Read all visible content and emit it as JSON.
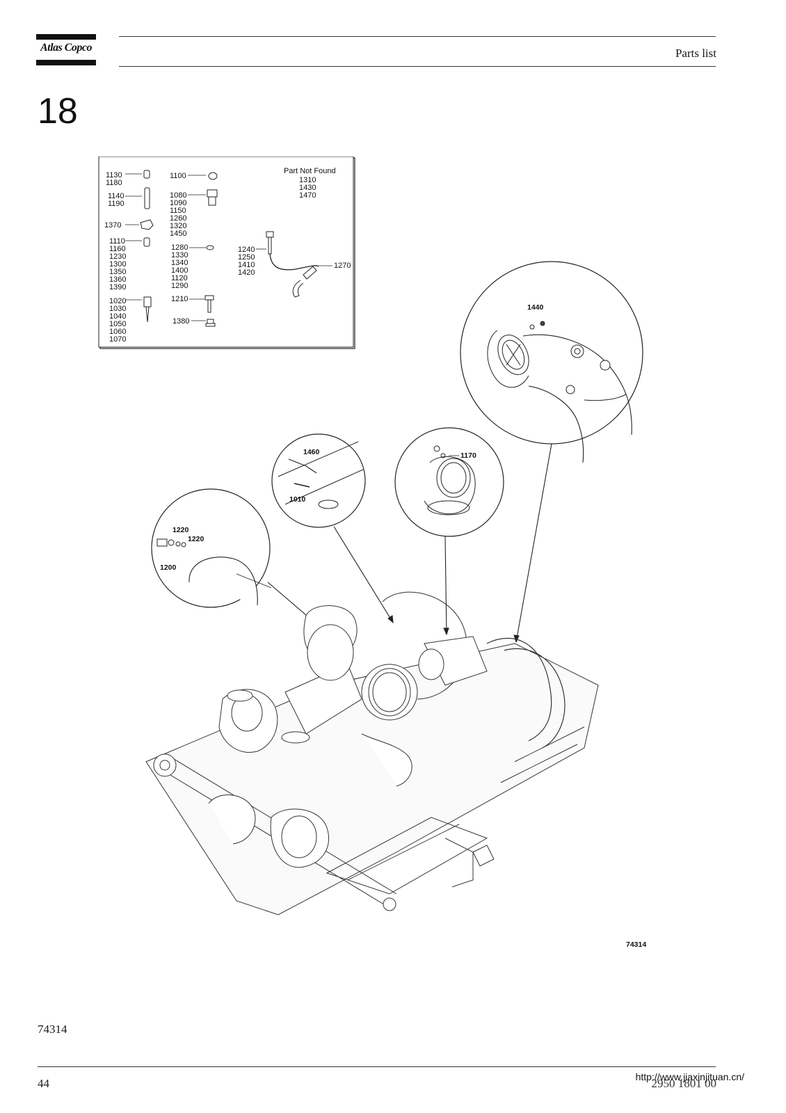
{
  "header": {
    "brand": "Atlas Copco",
    "title": "Parts list"
  },
  "section": {
    "number": "18"
  },
  "legend": {
    "part_not_found_title": "Part Not Found",
    "part_not_found": [
      "1310",
      "1430",
      "1470"
    ],
    "groups": [
      {
        "refs": [
          "1130",
          "1180"
        ]
      },
      {
        "refs": [
          "1140",
          "1190"
        ]
      },
      {
        "refs": [
          "1370"
        ]
      },
      {
        "refs": [
          "1110",
          "1160",
          "1230",
          "1300",
          "1350",
          "1360",
          "1390"
        ]
      },
      {
        "refs": [
          "1020",
          "1030",
          "1040",
          "1050",
          "1060",
          "1070"
        ]
      },
      {
        "refs": [
          "1100"
        ]
      },
      {
        "refs": [
          "1080",
          "1090",
          "1150",
          "1260",
          "1320",
          "1450"
        ]
      },
      {
        "refs": [
          "1280",
          "1330",
          "1340",
          "1400",
          "1120",
          "1290"
        ]
      },
      {
        "refs": [
          "1210"
        ]
      },
      {
        "refs": [
          "1380"
        ]
      },
      {
        "refs": [
          "1240",
          "1250",
          "1410",
          "1420"
        ]
      },
      {
        "refs": [
          "1270"
        ]
      }
    ]
  },
  "details": {
    "d1440": "1440",
    "d1460": "1460",
    "d1010": "1010",
    "d1170": "1170",
    "d1220a": "1220",
    "d1220b": "1220",
    "d1200": "1200"
  },
  "figure": {
    "drawing_id": "74314"
  },
  "footer": {
    "figure_ref": "74314",
    "page_number": "44",
    "doc_number": "2950 1801 00",
    "watermark": "http://www.jiaxinjituan.cn/"
  }
}
